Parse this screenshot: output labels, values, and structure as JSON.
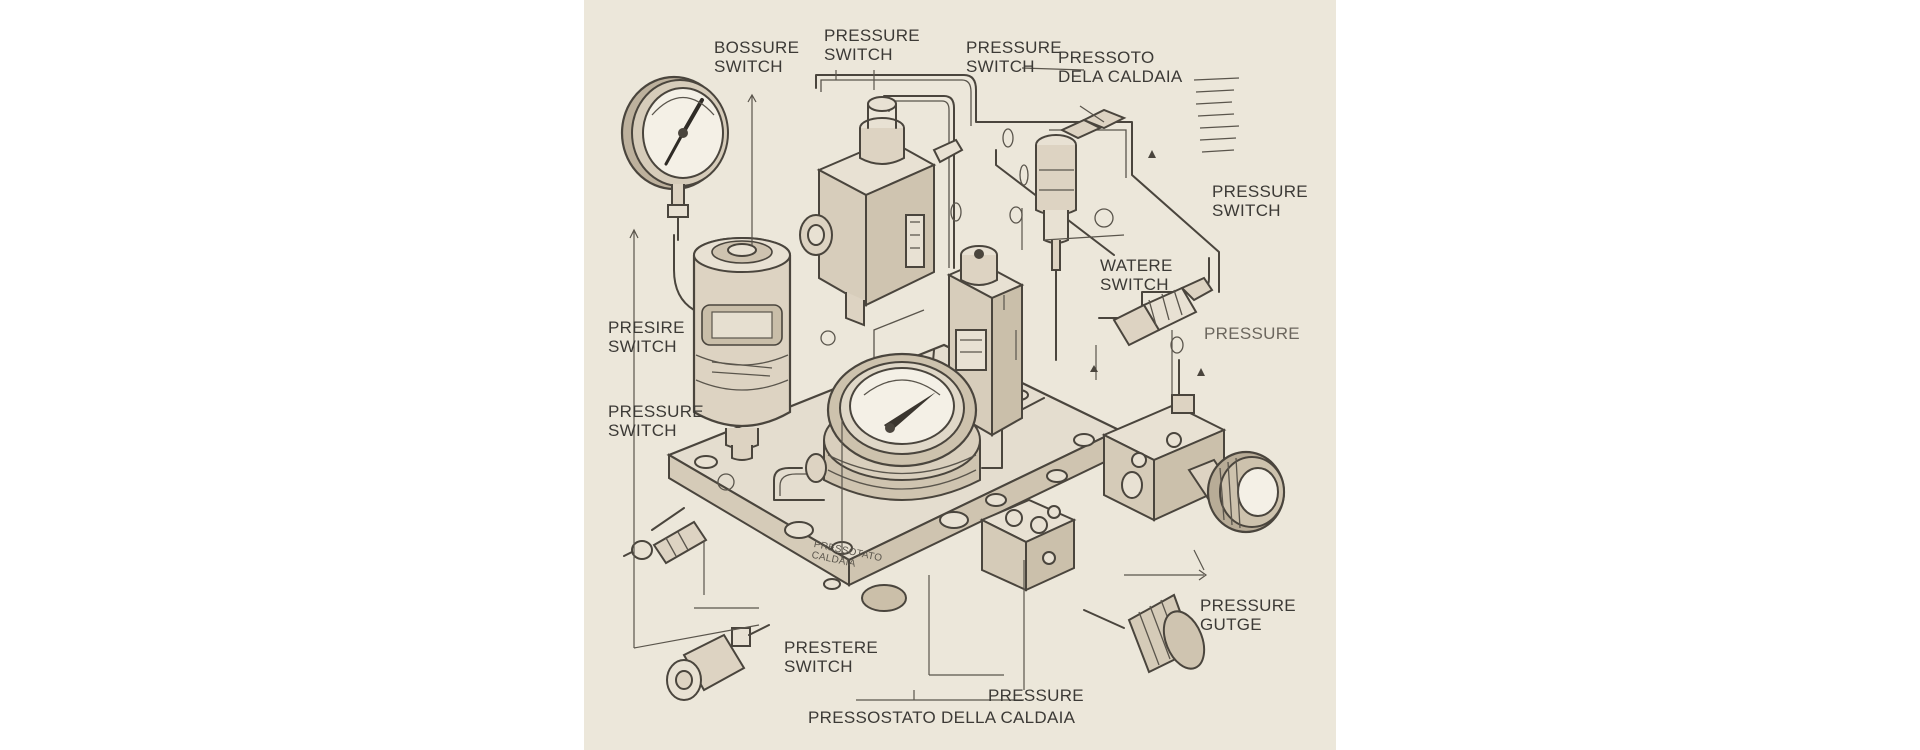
{
  "labels": {
    "top_left": [
      "BOSSURE",
      "SWITCH"
    ],
    "top_center": [
      "PRESSURE",
      "SWITCH"
    ],
    "top_center_right": [
      "PRESSURE",
      "SWITCH"
    ],
    "top_right": [
      "PRESSOTO",
      "DELA CALDAIA"
    ],
    "right_upper": [
      "PRESSURE",
      "SWITCH"
    ],
    "middle_water": [
      "WATERE",
      "SWITCH"
    ],
    "right_pressure": "PRESSURE",
    "left_upper": [
      "PRESIRE",
      "SWITCH"
    ],
    "left_lower": [
      "PRESSURE",
      "SWITCH"
    ],
    "right_gauge": [
      "PRESSURE",
      "GUTGE"
    ],
    "bottom_left": [
      "PRESTERE",
      "SWITCH"
    ],
    "bottom_center": "PRESSURE",
    "bottom_title": "PRESSOSTATO DELLA CALDAIA",
    "base_engraving": [
      "PRESSOTATO",
      "CALDAIA"
    ]
  },
  "icons": [
    "pressure-gauge-icon",
    "pressure-switch-icon",
    "valve-icon",
    "pipe-fitting-icon",
    "knob-icon"
  ]
}
